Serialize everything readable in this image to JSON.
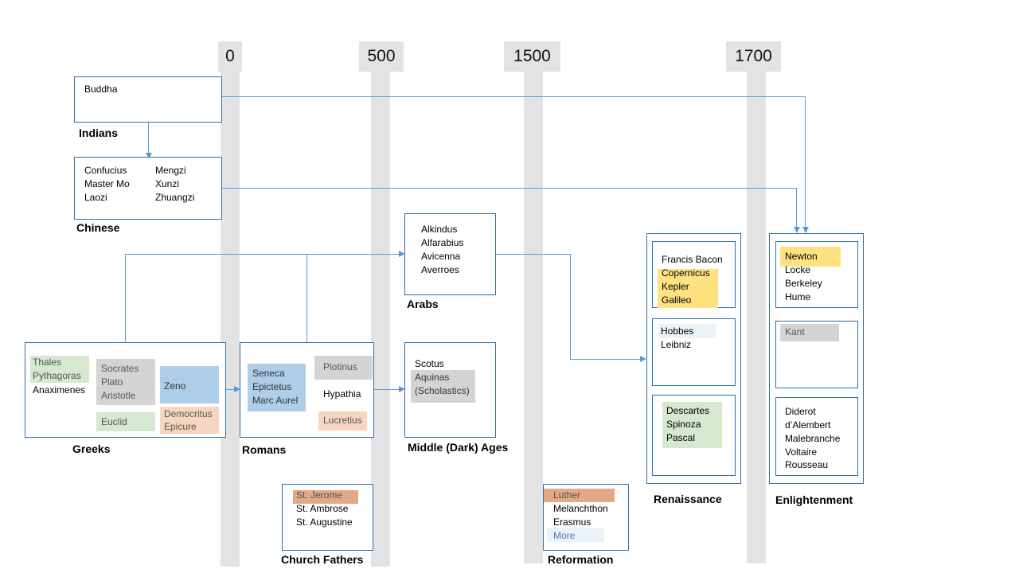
{
  "timeline": {
    "years": [
      "0",
      "500",
      "1500",
      "1700"
    ]
  },
  "indians": {
    "label": "Indians",
    "names": [
      "Buddha"
    ]
  },
  "chinese": {
    "label": "Chinese",
    "col1": [
      "Confucius",
      "Master Mo",
      "Laozi"
    ],
    "col2": [
      "Mengzi",
      "Xunzi",
      "Zhuangzi"
    ]
  },
  "arabs": {
    "label": "Arabs",
    "names": [
      "Alkindus",
      "Alfarabius",
      "Avicenna",
      "Averroes"
    ]
  },
  "greeks": {
    "label": "Greeks",
    "thales": "Thales",
    "pythagoras": "Pythagoras",
    "anaximenes": "Anaximenes",
    "socrates": "Socrates",
    "plato": "Plato",
    "aristotle": "Aristotle",
    "zeno": "Zeno",
    "euclid": "Euclid",
    "democritus": "Democritus",
    "epicure": "Epicure"
  },
  "romans": {
    "label": "Romans",
    "seneca": "Seneca",
    "epictetus": "Epictetus",
    "marc_aurel": "Marc Aurel",
    "plotinus": "Plotinus",
    "hypathia": "Hypathia",
    "lucretius": "Lucretius"
  },
  "middle_ages": {
    "label": "Middle (Dark) Ages",
    "scotus": "Scotus",
    "aquinas": "Aquinas",
    "scholastics": "(Scholastics)"
  },
  "church_fathers": {
    "label": "Church Fathers",
    "jerome": "St. Jerome",
    "ambrose": "St. Ambrose",
    "augustine": "St. Augustine"
  },
  "reformation": {
    "label": "Reformation",
    "luther": "Luther",
    "melanchthon": "Melanchthon",
    "erasmus": "Erasmus",
    "more": "More"
  },
  "renaissance": {
    "label": "Renaissance",
    "bacon": "Francis Bacon",
    "copernicus": "Copernicus",
    "kepler": "Kepler",
    "galileo": "Galileo",
    "hobbes": "Hobbes",
    "leibniz": "Leibniz",
    "descartes": "Descartes",
    "spinoza": "Spinoza",
    "pascal": "Pascal"
  },
  "enlightenment": {
    "label": "Enlightenment",
    "newton": "Newton",
    "locke": "Locke",
    "berkeley": "Berkeley",
    "hume": "Hume",
    "kant": "Kant",
    "diderot": "Diderot",
    "dalembert": "d’Alembert",
    "malebranche": "Malebranche",
    "voltaire": "Voltaire",
    "rousseau": "Rousseau"
  },
  "colors": {
    "connector": "#5b9bd5",
    "box_border": "#2e6fa8",
    "timeline_bar": "#e3e3e3",
    "highlight_green": "#d6e8cf",
    "highlight_gray": "#d4d4d4",
    "highlight_blue": "#aecde9",
    "highlight_peach": "#f6d6c0",
    "highlight_orange": "#e3a886",
    "highlight_yellow": "#ffe182"
  }
}
